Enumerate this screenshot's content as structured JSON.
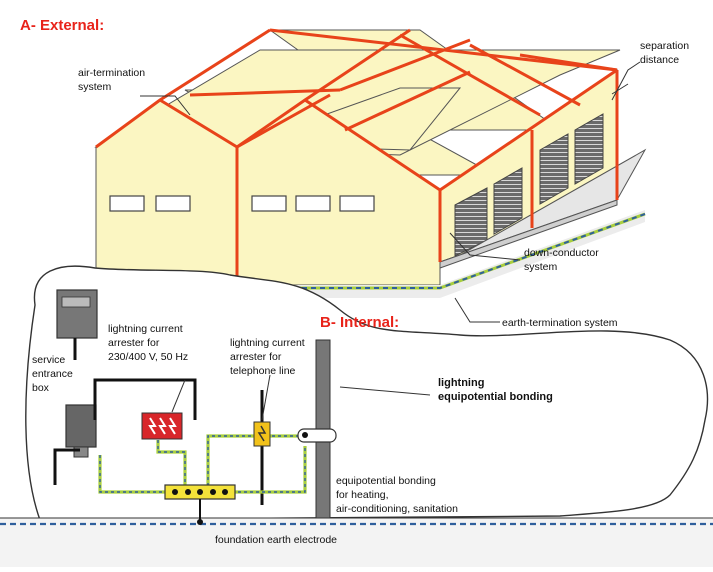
{
  "section_titles": {
    "external": "A- External:",
    "internal": "B- Internal:"
  },
  "labels": {
    "air_termination": [
      "air-termination",
      "system"
    ],
    "separation_distance": [
      "separation",
      "distance"
    ],
    "down_conductor": [
      "down-conductor",
      "system"
    ],
    "earth_termination": "earth-termination system",
    "service_entrance_box": [
      "service",
      "entrance",
      "box"
    ],
    "arrester_power": [
      "lightning current",
      "arrester for",
      "230/400 V, 50 Hz"
    ],
    "arrester_telephone": [
      "lightning current",
      "arrester for",
      "telephone line"
    ],
    "lightning_bonding": [
      "lightning",
      "equipotential bonding"
    ],
    "bonding_heating": [
      "equipotential bonding",
      "for heating,",
      "air-conditioning, sanitation"
    ],
    "foundation_electrode": "foundation earth electrode"
  },
  "colors": {
    "wall": "#fbf6c2",
    "roof_edge": "#e8431a",
    "bonding_green": "#a9cf3d",
    "earth_blue": "#2f5f9c",
    "arrester_red": "#d8262a",
    "arrester_yellow": "#f2c21a",
    "bar_yellow": "#f4e23a",
    "ground_fill": "#f3f3f3",
    "section_red": "#e8231a"
  }
}
